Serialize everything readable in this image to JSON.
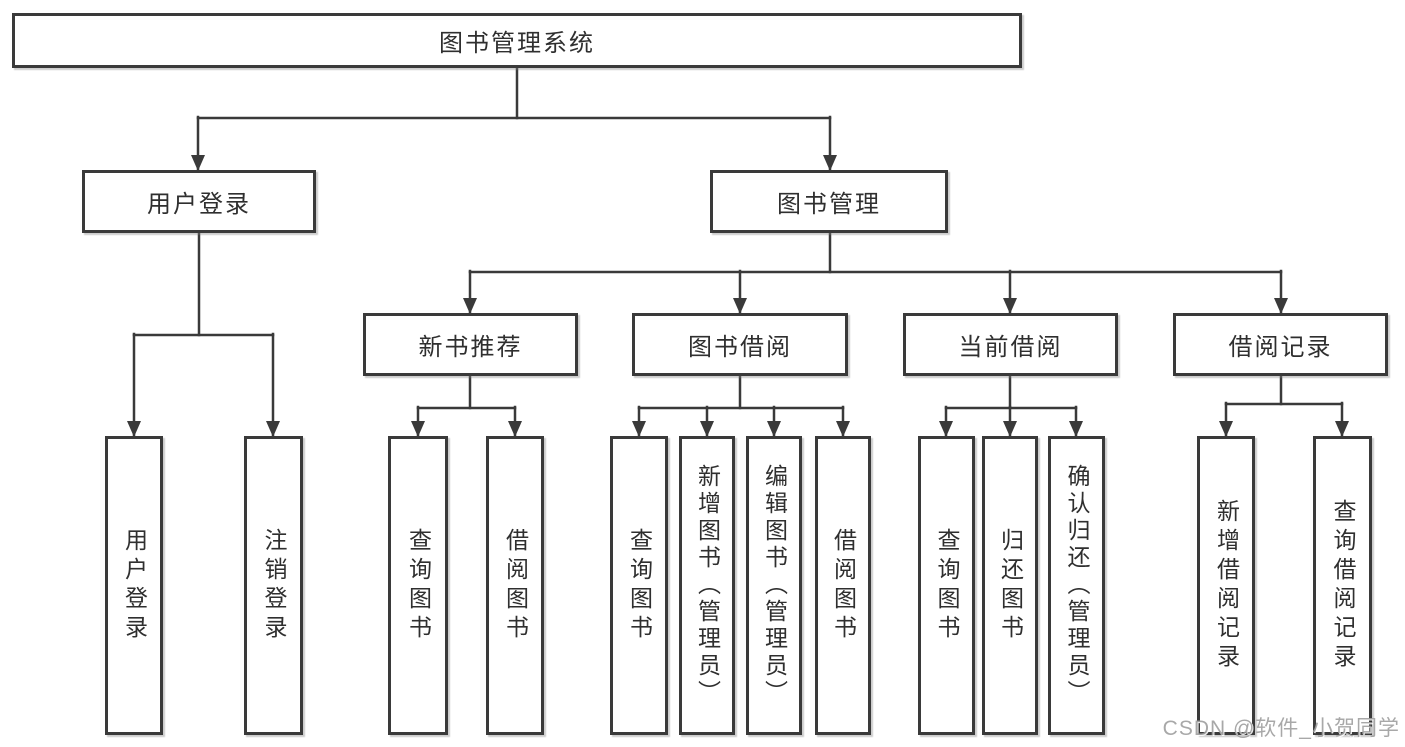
{
  "diagram": {
    "type": "hierarchy-tree",
    "root": {
      "label": "图书管理系统"
    },
    "branches": {
      "user_login": {
        "label": "用户登录"
      },
      "book_management": {
        "label": "图书管理"
      }
    },
    "modules": {
      "new_book_recommendation": {
        "label": "新书推荐"
      },
      "book_borrowing": {
        "label": "图书借阅"
      },
      "current_borrowing": {
        "label": "当前借阅"
      },
      "borrowing_records": {
        "label": "借阅记录"
      }
    },
    "functions": {
      "login_user_login": {
        "label": "用户登录"
      },
      "login_logout": {
        "label": "注销登录"
      },
      "recommend_query_books": {
        "label": "查询图书"
      },
      "recommend_borrow_books": {
        "label": "借阅图书"
      },
      "borrowing_query_books": {
        "label": "查询图书"
      },
      "borrowing_add_books_admin": {
        "label": "新增图书（管理员）"
      },
      "borrowing_edit_books_admin": {
        "label": "编辑图书（管理员）"
      },
      "borrowing_borrow_books": {
        "label": "借阅图书"
      },
      "current_query_books": {
        "label": "查询图书"
      },
      "current_return_books": {
        "label": "归还图书"
      },
      "current_confirm_return_admin": {
        "label": "确认归还（管理员）"
      },
      "records_add_borrow_record": {
        "label": "新增借阅记录"
      },
      "records_query_borrow_record": {
        "label": "查询借阅记录"
      }
    }
  },
  "watermark": {
    "text": "CSDN @软件_小贺同学",
    "color": "#9e9e9e"
  },
  "colors": {
    "line": "#3a3a3a",
    "box_border": "#3a3a3a",
    "text": "#2f2f2f",
    "background": "#ffffff"
  }
}
